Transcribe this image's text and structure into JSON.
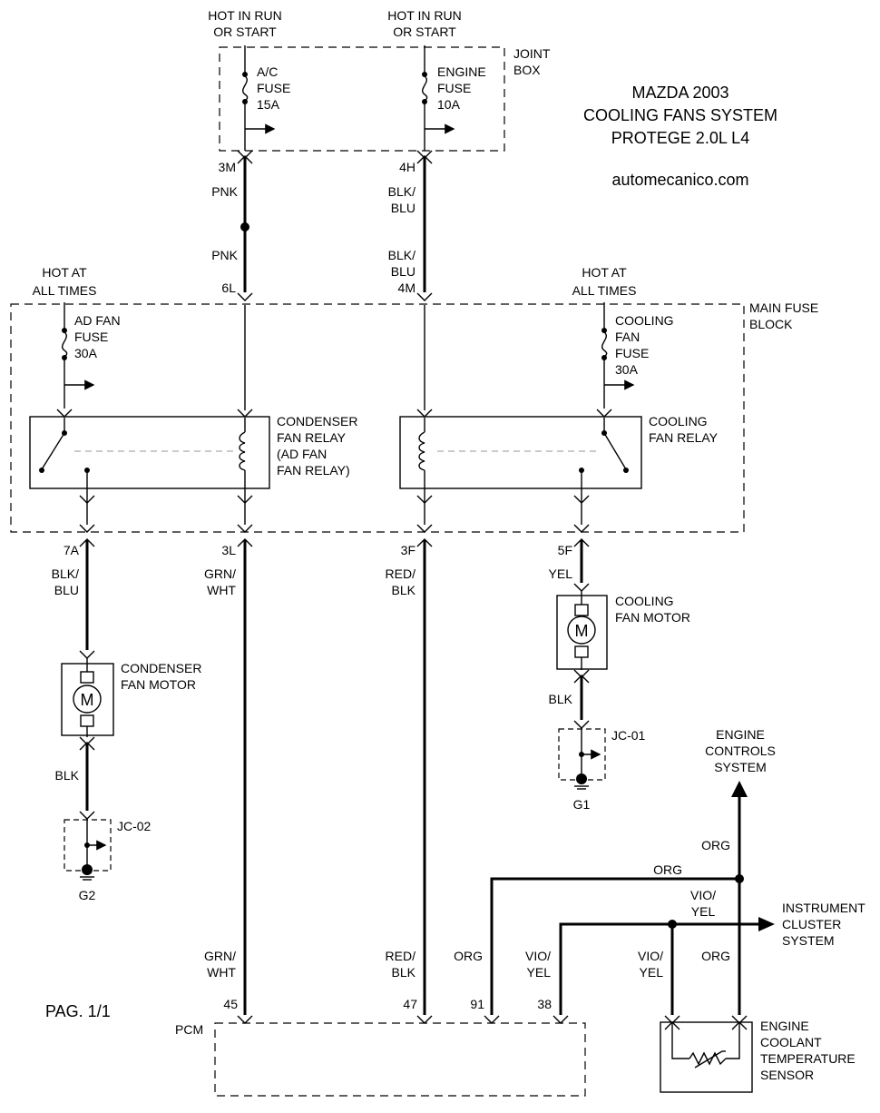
{
  "title": {
    "line1": "MAZDA 2003",
    "line2": "COOLING FANS SYSTEM",
    "line3": "PROTEGE 2.0L L4",
    "site": "automecanico.com"
  },
  "page_number": "PAG. 1/1",
  "joint_box": {
    "label1": "JOINT",
    "label2": "BOX",
    "ac_hot1": "HOT IN RUN",
    "ac_hot2": "OR START",
    "ac_fuse1": "A/C",
    "ac_fuse2": "FUSE",
    "ac_fuse3": "15A",
    "eng_hot1": "HOT IN RUN",
    "eng_hot2": "OR START",
    "eng_fuse1": "ENGINE",
    "eng_fuse2": "FUSE",
    "eng_fuse3": "10A",
    "pin_3m": "3M",
    "pin_4h": "4H"
  },
  "main_fuse_block": {
    "label1": "MAIN FUSE",
    "label2": "BLOCK",
    "ad_hot1": "HOT AT",
    "ad_hot2": "ALL TIMES",
    "ad_fuse1": "AD FAN",
    "ad_fuse2": "FUSE",
    "ad_fuse3": "30A",
    "cf_hot1": "HOT AT",
    "cf_hot2": "ALL TIMES",
    "cf_fuse1": "COOLING",
    "cf_fuse2": "FAN",
    "cf_fuse3": "FUSE",
    "cf_fuse4": "30A",
    "pin_6l": "6L",
    "pin_4m": "4M",
    "pin_7a": "7A",
    "pin_3l": "3L",
    "pin_3f": "3F",
    "pin_5f": "5F",
    "cond_relay1": "CONDENSER",
    "cond_relay2": "FAN RELAY",
    "cond_relay3": "(AD FAN",
    "cond_relay4": "FAN RELAY)",
    "cool_relay1": "COOLING",
    "cool_relay2": "FAN RELAY"
  },
  "wires": {
    "pnk_a": "PNK",
    "pnk_b": "PNK",
    "blkblu_a1": "BLK/",
    "blkblu_a2": "BLU",
    "blkblu_b1": "BLK/",
    "blkblu_b2": "BLU",
    "blkblu_c1": "BLK/",
    "blkblu_c2": "BLU",
    "grnwht_a1": "GRN/",
    "grnwht_a2": "WHT",
    "grnwht_b1": "GRN/",
    "grnwht_b2": "WHT",
    "redblk_a1": "RED/",
    "redblk_a2": "BLK",
    "redblk_b1": "RED/",
    "redblk_b2": "BLK",
    "yel": "YEL",
    "blk_cool": "BLK",
    "blk_cond": "BLK",
    "org_up": "ORG",
    "org_horiz": "ORG",
    "org_pcm": "ORG",
    "org_sensor": "ORG",
    "vioyel_h1": "VIO/",
    "vioyel_h2": "YEL",
    "vioyel_pcm1": "VIO/",
    "vioyel_pcm2": "YEL",
    "vioyel_s1": "VIO/",
    "vioyel_s2": "YEL"
  },
  "motors": {
    "cond1": "CONDENSER",
    "cond2": "FAN MOTOR",
    "cool1": "COOLING",
    "cool2": "FAN MOTOR",
    "symbol": "M"
  },
  "grounds": {
    "jc02": "JC-02",
    "g2": "G2",
    "jc01": "JC-01",
    "g1": "G1"
  },
  "systems": {
    "ecs1": "ENGINE",
    "ecs2": "CONTROLS",
    "ecs3": "SYSTEM",
    "ics1": "INSTRUMENT",
    "ics2": "CLUSTER",
    "ics3": "SYSTEM"
  },
  "pcm": {
    "label": "PCM",
    "pin45": "45",
    "pin47": "47",
    "pin91": "91",
    "pin38": "38"
  },
  "sensor": {
    "l1": "ENGINE",
    "l2": "COOLANT",
    "l3": "TEMPERATURE",
    "l4": "SENSOR"
  }
}
